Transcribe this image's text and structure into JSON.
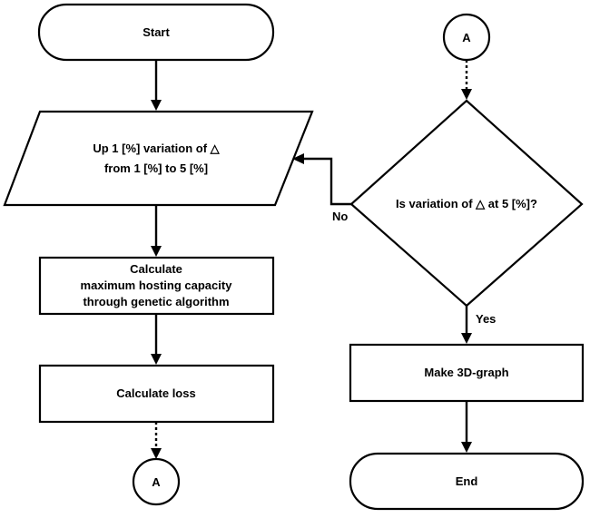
{
  "nodes": {
    "start": {
      "text": "Start"
    },
    "variation": {
      "line1": "Up 1 [%] variation of △",
      "line2": "from 1 [%] to 5 [%]"
    },
    "calculate_capacity": {
      "line1": "Calculate",
      "line2": "maximum hosting capacity",
      "line3": "through genetic algorithm"
    },
    "calculate_loss": {
      "text": "Calculate loss"
    },
    "connector_bottom": {
      "text": "A"
    },
    "connector_top": {
      "text": "A"
    },
    "decision": {
      "text": "Is variation of △  at 5 [%]?"
    },
    "make_graph": {
      "text": "Make 3D-graph"
    },
    "end": {
      "text": "End"
    }
  },
  "edges": {
    "no_label": "No",
    "yes_label": "Yes"
  }
}
